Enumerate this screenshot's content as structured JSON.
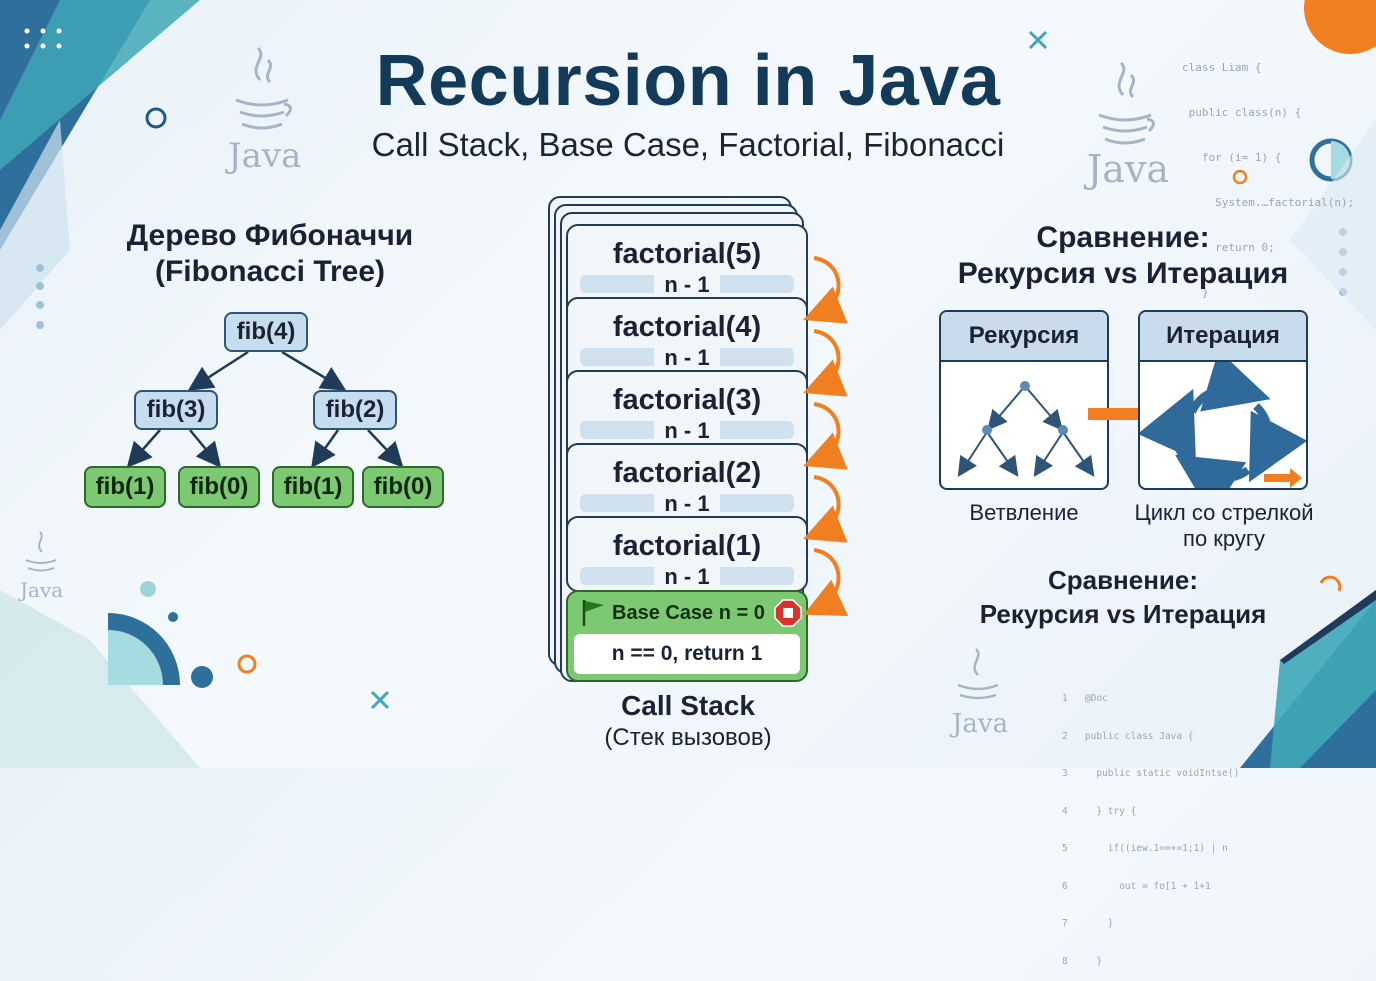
{
  "header": {
    "title": "Recursion in Java",
    "subtitle": "Call Stack, Base Case, Factorial, Fibonacci"
  },
  "fibonacci": {
    "title_line1": "Дерево Фибоначчи",
    "title_line2": "(Fibonacci Tree)",
    "root": "fib(4)",
    "left": "fib(3)",
    "right": "fib(2)",
    "leaves": [
      "fib(1)",
      "fib(0)",
      "fib(1)",
      "fib(0)"
    ]
  },
  "call_stack": {
    "frames": [
      {
        "call": "factorial(5)",
        "param": "n - 1"
      },
      {
        "call": "factorial(4)",
        "param": "n - 1"
      },
      {
        "call": "factorial(3)",
        "param": "n - 1"
      },
      {
        "call": "factorial(2)",
        "param": "n - 1"
      },
      {
        "call": "factorial(1)",
        "param": "n - 1"
      }
    ],
    "base_case_label": "Base Case n = 0",
    "base_case_return": "n == 0, return 1",
    "caption_line1": "Call Stack",
    "caption_line2": "(Стек вызовов)"
  },
  "comparison": {
    "title_line1": "Сравнение:",
    "title_line2": "Рекурсия vs Итерация",
    "recursion_label": "Рекурсия",
    "iteration_label": "Итерация",
    "recursion_caption": "Ветвление",
    "iteration_caption_line1": "Цикл со стрелкой",
    "iteration_caption_line2": "по кругу",
    "repeat_title_line1": "Сравнение:",
    "repeat_title_line2": "Рекурсия vs Итерация"
  },
  "decor": {
    "java_logo_text": "Java",
    "code_top_right": [
      "class Liam {",
      " public class(n) {",
      "   for (i= 1) {",
      "     System.…factorial(n);",
      "     return 0;",
      "   }",
      " }"
    ],
    "code_bottom_right": [
      "1   @Doc",
      "2   public class Java {",
      "3     public static voidIntse()",
      "4     } try {",
      "5       if((iew.1==+=1;1) | n",
      "6         out = fo[1 + 1+1",
      "7       }",
      "8     }"
    ]
  },
  "colors": {
    "title": "#143a5a",
    "accent_orange": "#f07f22",
    "teal": "#3fa7b7",
    "navy": "#1f3b59",
    "node_blue": "#c6dcef",
    "node_green": "#7dc873",
    "stop_red": "#d9342b"
  },
  "icons": [
    "java-logo-icon",
    "flag-icon",
    "stop-icon",
    "curved-arrow-icon",
    "cycle-arrows-icon",
    "tree-branch-icon"
  ]
}
